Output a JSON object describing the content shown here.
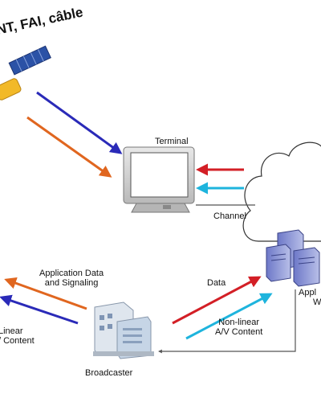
{
  "labels": {
    "top_text": "NT, FAI, câble",
    "terminal": "Terminal",
    "channel": "Channel",
    "app_data_line1": "Application Data",
    "app_data_line2": "and Signaling",
    "data": "Data",
    "nonlinear_line1": "Non-linear",
    "nonlinear_line2": "A/V Content",
    "linear_line1": "Linear",
    "linear_line2": "/ Content",
    "broadcaster": "Broadcaster",
    "app_server_line1": "Appl",
    "app_server_line2": "W"
  },
  "colors": {
    "arrow_blue": "#2a2ab8",
    "arrow_orange": "#e0661f",
    "arrow_red": "#d31f26",
    "arrow_cyan": "#1eb4dd",
    "connector_gray": "#555555"
  },
  "icons": [
    "satellite-icon",
    "tv-terminal-icon",
    "cloud-icon",
    "server-cluster-icon",
    "broadcaster-building-icon"
  ]
}
